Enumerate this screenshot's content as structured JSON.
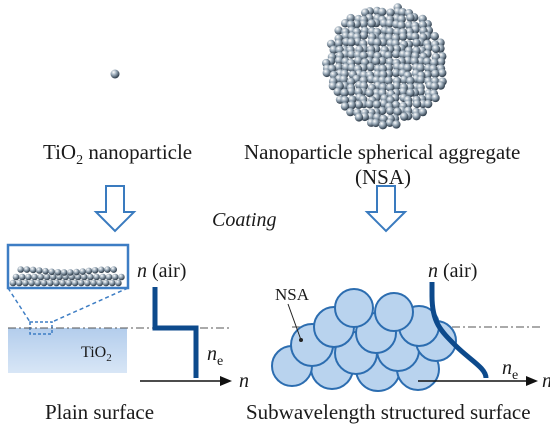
{
  "labels": {
    "tio2_np": {
      "main": "TiO",
      "sub": "2",
      "rest": " nanoparticle"
    },
    "nsa_line1": "Nanoparticle spherical aggregate",
    "nsa_line2": "(NSA)",
    "coating": "Coating",
    "plain_surface": "Plain surface",
    "sub_surface": "Subwavelength structured surface",
    "film_label": {
      "main": "TiO",
      "sub": "2"
    },
    "nsa_callout": "NSA",
    "n_air_left": {
      "n": "n",
      "rest": " (air)"
    },
    "n_air_right": {
      "n": "n",
      "rest": " (air)"
    },
    "n_e_left": {
      "n": "n",
      "sub": "e"
    },
    "n_e_right": {
      "n": "n",
      "sub": "e"
    },
    "axis_n_left": "n",
    "axis_n_right": "n"
  },
  "colors": {
    "profile": "#0d4a8c",
    "sphere_fill": "#b9d3ee",
    "sphere_edge": "#2c6db0",
    "film": "#a7c3e6",
    "arrow_outline": "#3a7bbf",
    "inset_border": "#3d7dc4"
  }
}
